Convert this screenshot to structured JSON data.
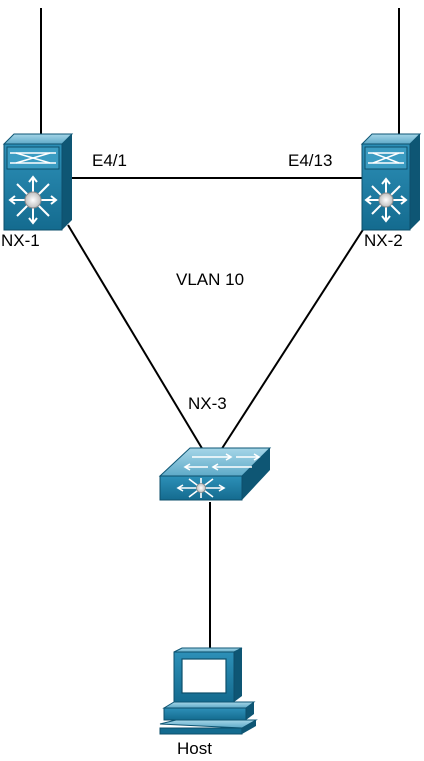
{
  "diagram": {
    "labels": {
      "nx1": "NX-1",
      "nx2": "NX-2",
      "nx3": "NX-3",
      "host": "Host",
      "vlan": "VLAN 10",
      "port_nx1": "E4/1",
      "port_nx2": "E4/13"
    },
    "nodes": [
      {
        "id": "nx1",
        "kind": "nexus-switch",
        "icon": "nexus-switch-icon"
      },
      {
        "id": "nx2",
        "kind": "nexus-switch",
        "icon": "nexus-switch-icon"
      },
      {
        "id": "nx3",
        "kind": "layer3-switch",
        "icon": "multilayer-switch-icon"
      },
      {
        "id": "host",
        "kind": "workstation",
        "icon": "workstation-icon"
      }
    ],
    "links": [
      {
        "from": "nx1",
        "to": "nx2"
      },
      {
        "from": "nx1",
        "to": "nx3"
      },
      {
        "from": "nx2",
        "to": "nx3"
      },
      {
        "from": "nx3",
        "to": "host"
      }
    ],
    "colors": {
      "device_front": "#1c7aa0",
      "device_top": "#7cbfd8",
      "device_side": "#0e5674",
      "link": "#000000"
    }
  }
}
